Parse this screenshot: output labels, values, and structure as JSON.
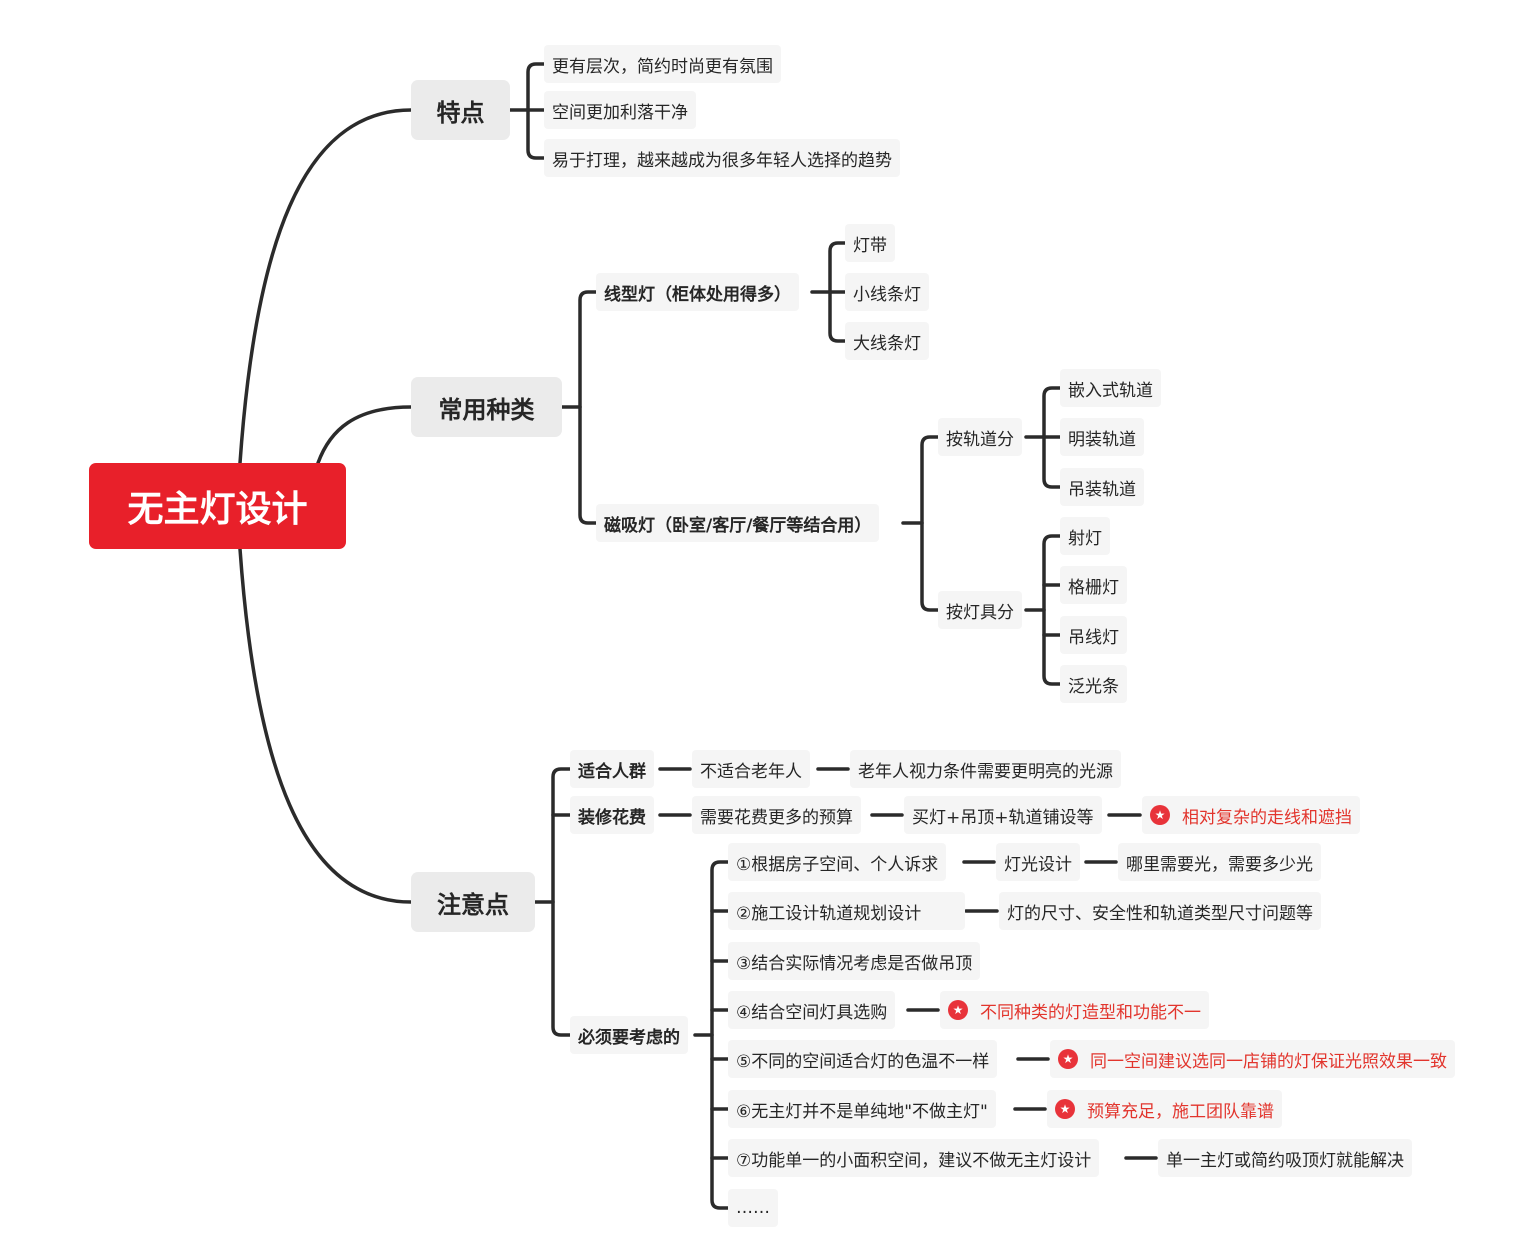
{
  "root": "无主灯设计",
  "features": {
    "label": "特点",
    "items": [
      "更有层次，简约时尚更有氛围",
      "空间更加利落干净",
      "易于打理，越来越成为很多年轻人选择的趋势"
    ]
  },
  "types": {
    "label": "常用种类",
    "linear": {
      "label": "线型灯（柜体处用得多）",
      "items": [
        "灯带",
        "小线条灯",
        "大线条灯"
      ]
    },
    "magnetic": {
      "label": "磁吸灯（卧室/客厅/餐厅等结合用）",
      "by_track": {
        "label": "按轨道分",
        "items": [
          "嵌入式轨道",
          "明装轨道",
          "吊装轨道"
        ]
      },
      "by_fixture": {
        "label": "按灯具分",
        "items": [
          "射灯",
          "格栅灯",
          "吊线灯",
          "泛光条"
        ]
      }
    }
  },
  "notes": {
    "label": "注意点",
    "crowd": {
      "label": "适合人群",
      "a": "不适合老年人",
      "b": "老年人视力条件需要更明亮的光源"
    },
    "cost": {
      "label": "装修花费",
      "a": "需要花费更多的预算",
      "b": "买灯+吊顶+轨道铺设等",
      "c": "相对复杂的走线和遮挡"
    },
    "must": {
      "label": "必须要考虑的",
      "i1": {
        "text": "①根据房子空间、个人诉求",
        "a": "灯光设计",
        "b": "哪里需要光，需要多少光"
      },
      "i2": {
        "text": "②施工设计轨道规划设计",
        "a": "灯的尺寸、安全性和轨道类型尺寸问题等"
      },
      "i3": {
        "text": "③结合实际情况考虑是否做吊顶"
      },
      "i4": {
        "text": "④结合空间灯具选购",
        "a": "不同种类的灯造型和功能不一"
      },
      "i5": {
        "text": "⑤不同的空间适合灯的色温不一样",
        "a": "同一空间建议选同一店铺的灯保证光照效果一致"
      },
      "i6": {
        "text": "⑥无主灯并不是单纯地\"不做主灯\"",
        "a": "预算充足，施工团队靠谱"
      },
      "i7": {
        "text": "⑦功能单一的小面积空间，建议不做无主灯设计",
        "a": "单一主灯或简约吸顶灯就能解决"
      },
      "i8": {
        "text": "……"
      }
    }
  },
  "colors": {
    "root_fill": "#e8202a",
    "connector": "#2b2b2b",
    "level1_fill": "#ebebeb",
    "topic_fill": "#f5f5f5",
    "highlight_text": "#e2352d",
    "marker": "#e8333a"
  },
  "marker_icon": "star-circle-icon"
}
